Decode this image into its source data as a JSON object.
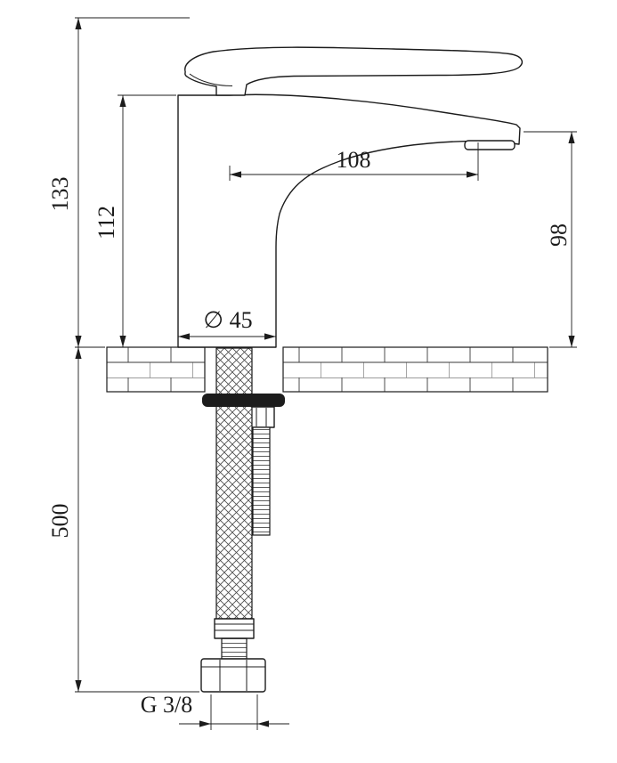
{
  "page": {
    "background": "#ffffff"
  },
  "drawing": {
    "name": "Basin mixer faucet — side elevation with installation dimensions",
    "line_color": "#1c1c1c",
    "labels": {
      "total_height": "133",
      "body_height": "112",
      "spout_reach": "108",
      "spout_height": "98",
      "base_diameter": "∅ 45",
      "hose_length": "500",
      "thread_size": "G 3/8"
    }
  }
}
